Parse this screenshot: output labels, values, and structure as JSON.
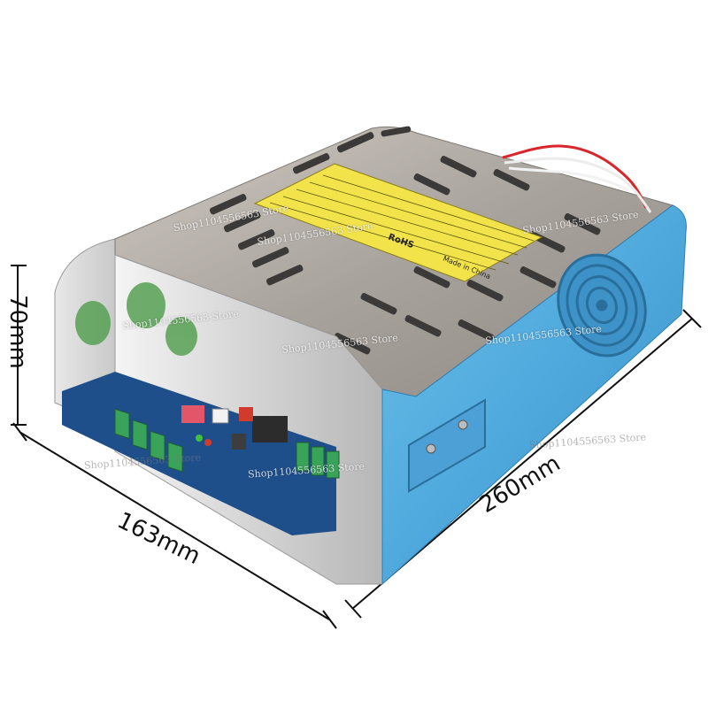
{
  "dimensions": {
    "height": "70mm",
    "width": "163mm",
    "length": "260mm"
  },
  "label": {
    "rohs": "RoHS",
    "made_in": "Made in China"
  },
  "watermark": {
    "text": "Shop1104556563 Store"
  },
  "colors": {
    "blue_panel": "#4fa9dc",
    "yellow_label": "#f3e34a",
    "pcb_blue": "#1f4f8a",
    "terminal_green": "#3aa35a"
  }
}
